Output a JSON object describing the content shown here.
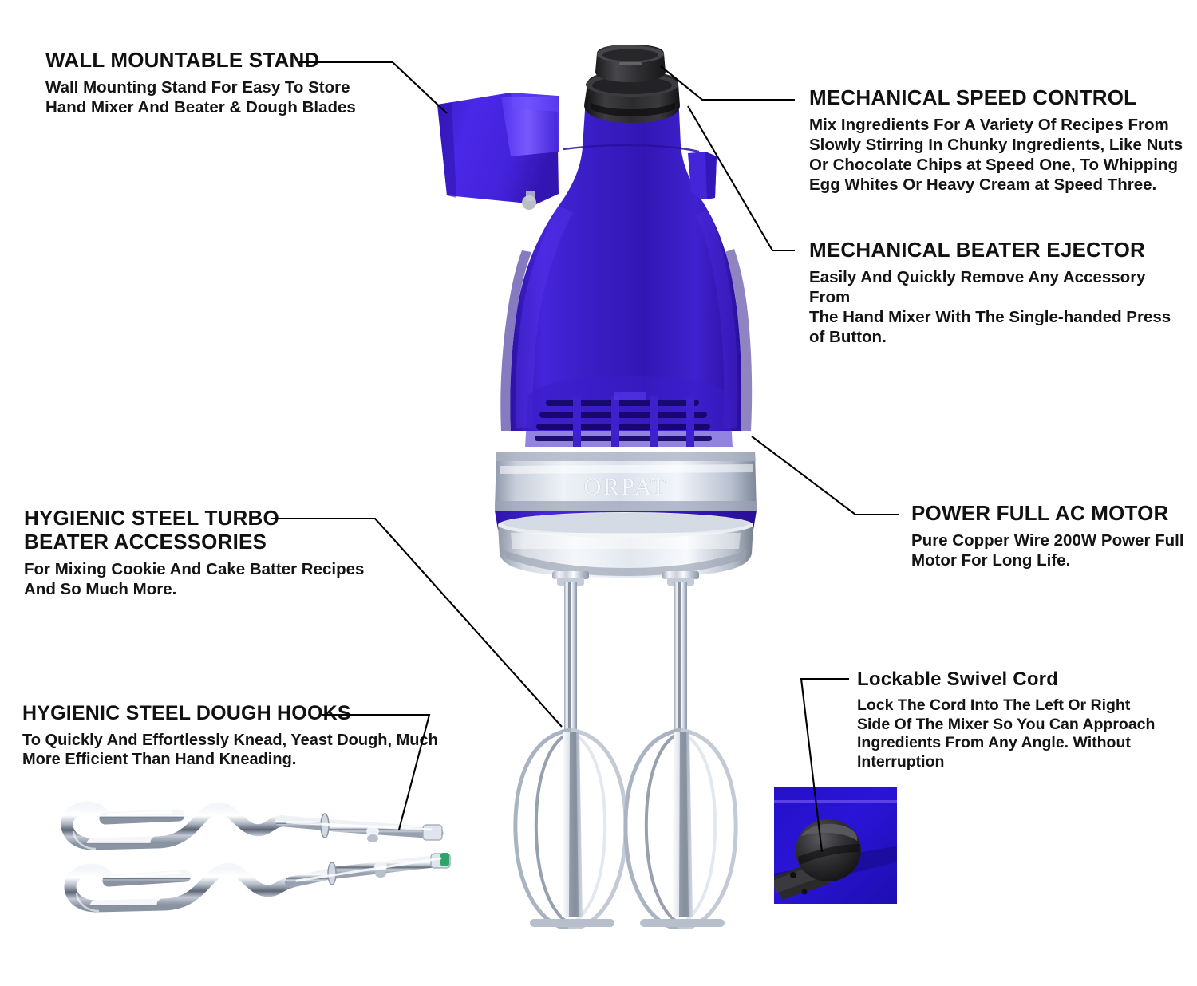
{
  "page": {
    "product_brand": "ORPAT",
    "background_color": "#ffffff",
    "accent_blue": "#3519b8",
    "accent_blue_light": "#4a28e8",
    "chrome_silver": "#d9dde4",
    "knob_black": "#2b2b2d"
  },
  "callouts": {
    "wall_stand": {
      "title": "WALL MOUNTABLE STAND",
      "body": "Wall Mounting Stand For Easy To Store\nHand Mixer  And Beater & Dough Blades"
    },
    "speed_control": {
      "title": "MECHANICAL SPEED CONTROL",
      "body": "Mix Ingredients For A Variety Of Recipes From\nSlowly Stirring In Chunky Ingredients, Like Nuts\nOr Chocolate Chips at Speed One, To Whipping\nEgg Whites Or Heavy Cream at Speed Three."
    },
    "beater_ejector": {
      "title": "MECHANICAL BEATER EJECTOR",
      "body": "Easily And Quickly Remove Any Accessory From\nThe Hand Mixer With The Single-handed Press\nof Button."
    },
    "ac_motor": {
      "title": "POWER FULL AC MOTOR",
      "body": "Pure Copper Wire 200W Power Full\nMotor For Long Life."
    },
    "turbo_beaters": {
      "title": "HYGIENIC STEEL TURBO\nBEATER ACCESSORIES",
      "body": " For Mixing Cookie And Cake Batter Recipes\n And So Much More."
    },
    "dough_hooks": {
      "title": "HYGIENIC STEEL DOUGH HOOKS",
      "body": "To Quickly And Effortlessly Knead, Yeast Dough, Much\nMore Efficient Than Hand Kneading."
    },
    "swivel_cord": {
      "title": "Lockable Swivel Cord",
      "body": "Lock The Cord Into The Left Or Right\nSide Of The Mixer So You Can Approach\nIngredients From Any Angle. Without\nInterruption"
    }
  },
  "artwork": {
    "mixer_body": "hand-mixer-body",
    "speed_knob": "speed-control-knob",
    "ejector_button": "beater-ejector-button",
    "wall_bracket": "wall-mount-bracket",
    "vent_grille": "motor-vent-grille",
    "brand_band": "brand-band",
    "base_collar": "chrome-base-collar",
    "beater_left": "turbo-beater-left",
    "beater_right": "turbo-beater-right",
    "hook_top": "dough-hook-top",
    "hook_bottom": "dough-hook-bottom",
    "cord_photo": "swivel-cord-photo"
  }
}
